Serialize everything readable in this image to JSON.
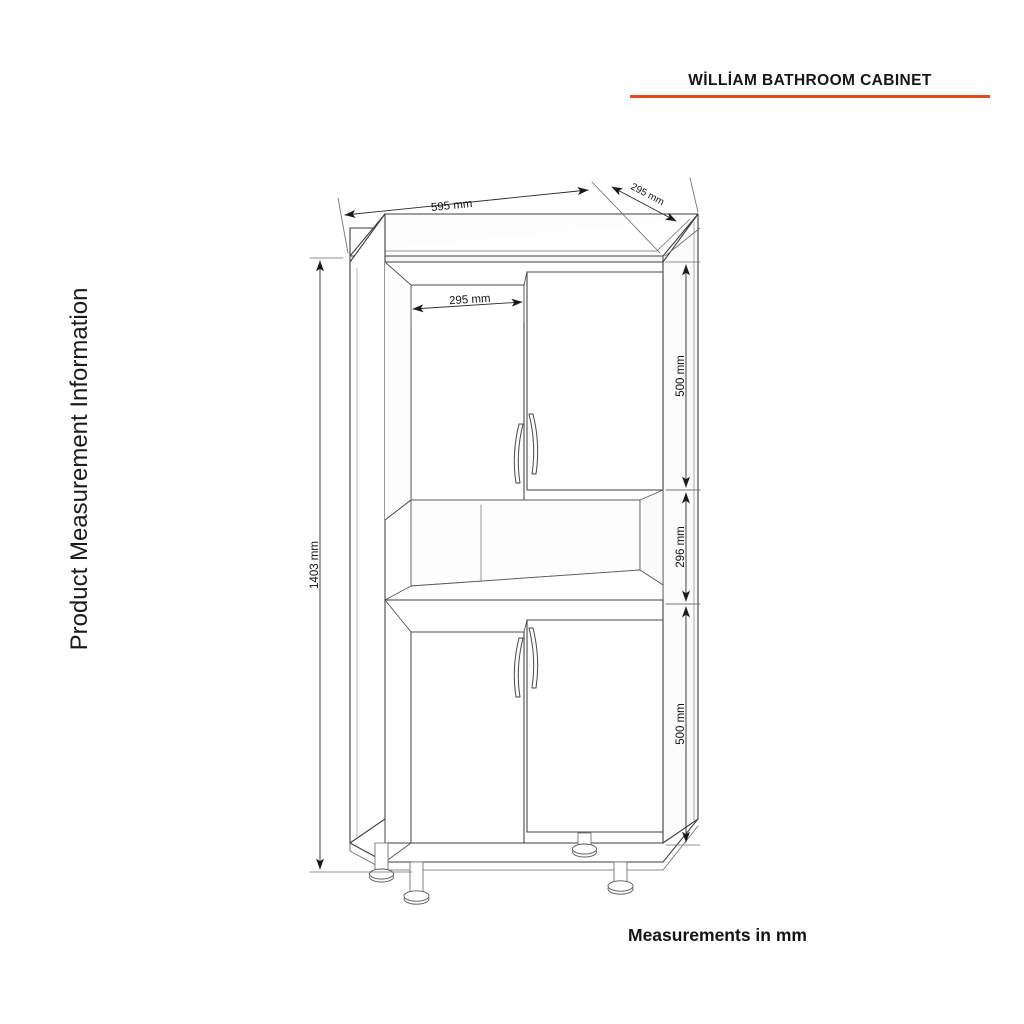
{
  "title": {
    "text": "WİLLİAM BATHROOM CABINET",
    "rule_color": "#E8491C"
  },
  "side_caption": {
    "text": "Product Measurement Information"
  },
  "footer": {
    "text": "Measurements in mm"
  },
  "units": "mm",
  "dimensions": {
    "width_top": "595 mm",
    "depth_top": "295 mm",
    "door_width": "295 mm",
    "total_height": "1403 mm",
    "upper_section_height": "500 mm",
    "middle_section_height": "296 mm",
    "lower_section_height": "500 mm"
  },
  "product": {
    "name": "WİLLİAM BATHROOM CABINET",
    "type": "bathroom cabinet",
    "view": "isometric line drawing",
    "upper_doors": 2,
    "lower_doors": 2,
    "open_shelf_compartments": 1,
    "legs": 4,
    "handles": 4
  },
  "colors": {
    "line": "#3a3a3a",
    "line_light": "#8a8a8a",
    "accent": "#E8491C",
    "text": "#131313",
    "background": "#ffffff"
  }
}
